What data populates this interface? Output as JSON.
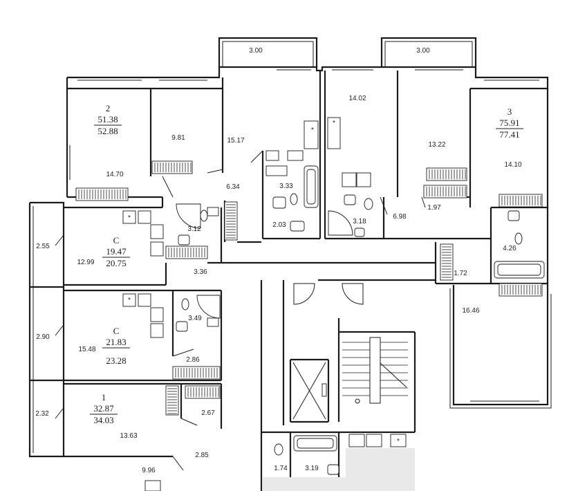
{
  "units": [
    {
      "id": "unit-2",
      "name": "2",
      "area_living": "51.38",
      "area_total": "52.88"
    },
    {
      "id": "unit-3",
      "name": "3",
      "area_living": "75.91",
      "area_total": "77.41"
    },
    {
      "id": "unit-c1",
      "name": "С",
      "area_living": "19.47",
      "area_total": "20.75"
    },
    {
      "id": "unit-c2",
      "name": "С",
      "area_living": "21.83",
      "area_total": "23.28"
    },
    {
      "id": "unit-1",
      "name": "1",
      "area_living": "32.87",
      "area_total": "34.03"
    }
  ],
  "rooms": [
    {
      "area": "3.00"
    },
    {
      "area": "3.00"
    },
    {
      "area": "14.02"
    },
    {
      "area": "9.81"
    },
    {
      "area": "15.17"
    },
    {
      "area": "13.22"
    },
    {
      "area": "14.70"
    },
    {
      "area": "14.10"
    },
    {
      "area": "6.34"
    },
    {
      "area": "3.33"
    },
    {
      "area": "1.97"
    },
    {
      "area": "6.98"
    },
    {
      "area": "3.12"
    },
    {
      "area": "2.03"
    },
    {
      "area": "3.18"
    },
    {
      "area": "2.55"
    },
    {
      "area": "12.99"
    },
    {
      "area": "4.26"
    },
    {
      "area": "3.36"
    },
    {
      "area": "1.72"
    },
    {
      "area": "16.46"
    },
    {
      "area": "3.49"
    },
    {
      "area": "2.90"
    },
    {
      "area": "15.48"
    },
    {
      "area": "2.86"
    },
    {
      "area": "2.67"
    },
    {
      "area": "2.32"
    },
    {
      "area": "13.63"
    },
    {
      "area": "2.85"
    },
    {
      "area": "1.74"
    },
    {
      "area": "3.19"
    },
    {
      "area": "9.96"
    }
  ],
  "symbols": {
    "asterisk": "*"
  }
}
